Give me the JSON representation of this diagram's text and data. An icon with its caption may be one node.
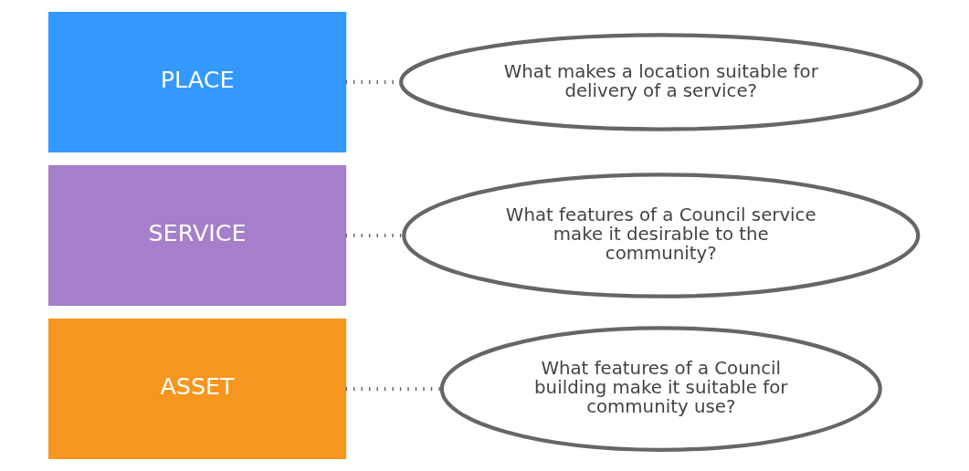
{
  "diagram": {
    "nodes": [
      {
        "text": [
          "PLACE"
        ]
      },
      {
        "text": [
          "What makes a location suitable for delivery of a service?"
        ]
      },
      {
        "text": [
          "SERVICE"
        ]
      },
      {
        "text": [
          "What features of a Council service make it desirable to the community?"
        ]
      },
      {
        "text": [
          "ASSET"
        ]
      },
      {
        "text": [
          "What features of a Council building make it suitable for community use?"
        ]
      }
    ],
    "edges": [
      {
        "from": 0,
        "to": 1,
        "arrow": "none"
      },
      {
        "from": 2,
        "to": 3,
        "arrow": "none"
      },
      {
        "from": 4,
        "to": 5,
        "arrow": "none"
      }
    ]
  }
}
